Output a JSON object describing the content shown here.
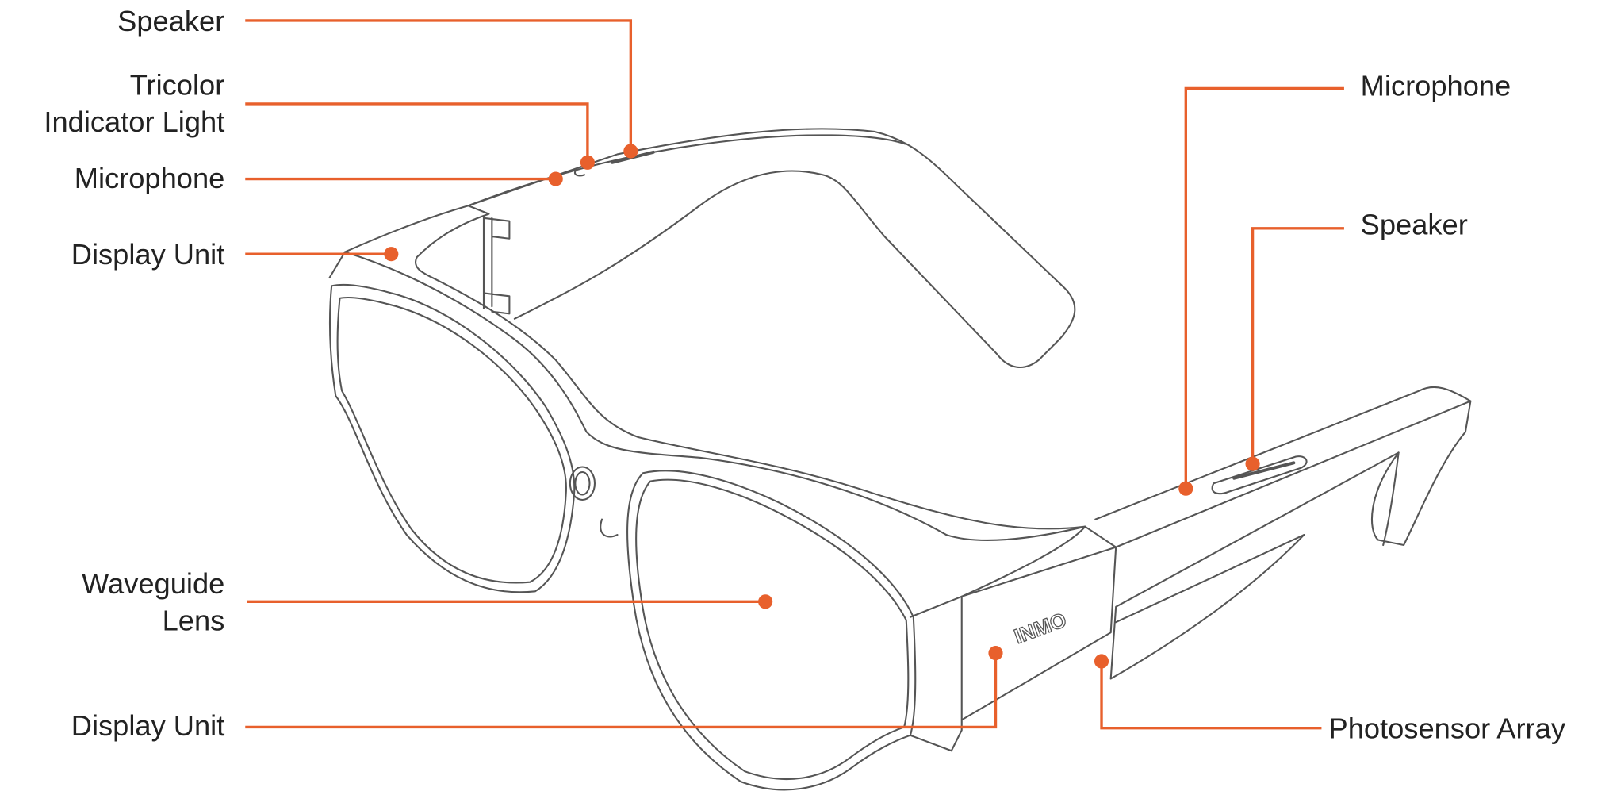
{
  "title": "Smart glasses component diagram",
  "accent_color": "#e8602c",
  "outline_color": "#555555",
  "logo_text": "INMO",
  "labels": {
    "speaker_top": "Speaker",
    "tricolor_line1": "Tricolor",
    "tricolor_line2": "Indicator Light",
    "microphone_left": "Microphone",
    "display_unit_top": "Display Unit",
    "waveguide_line1": "Waveguide",
    "waveguide_line2": "Lens",
    "display_unit_bottom": "Display Unit",
    "microphone_right": "Microphone",
    "speaker_right": "Speaker",
    "photosensor": "Photosensor Array"
  }
}
